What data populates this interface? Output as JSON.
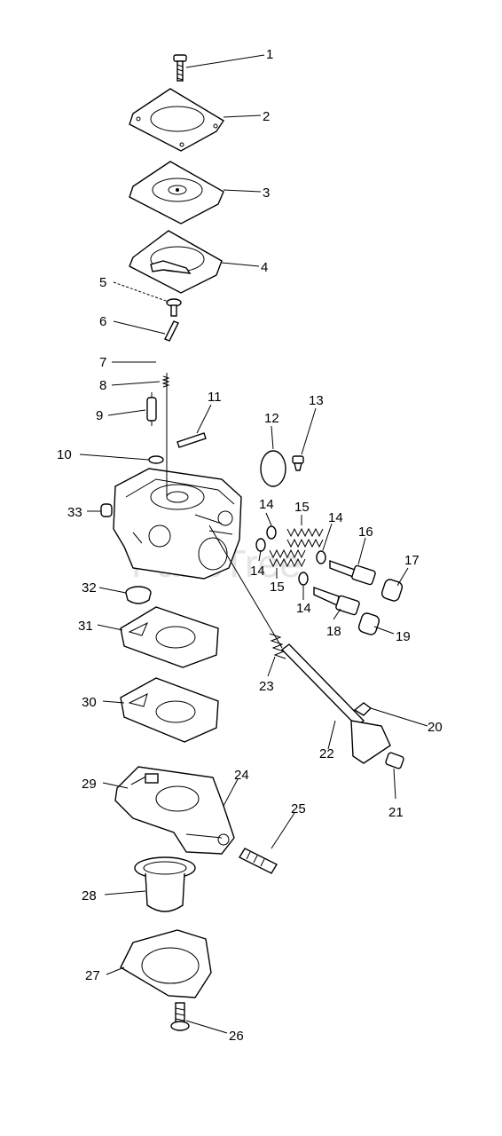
{
  "watermark": "PartsTree",
  "callouts": {
    "c1": "1",
    "c2": "2",
    "c3": "3",
    "c4": "4",
    "c5": "5",
    "c6": "6",
    "c7": "7",
    "c8": "8",
    "c9": "9",
    "c10": "10",
    "c11": "11",
    "c12": "12",
    "c13": "13",
    "c14a": "14",
    "c14b": "14",
    "c14c": "14",
    "c14d": "14",
    "c15a": "15",
    "c15b": "15",
    "c16": "16",
    "c17": "17",
    "c18": "18",
    "c19": "19",
    "c20": "20",
    "c21": "21",
    "c22": "22",
    "c23": "23",
    "c24": "24",
    "c25": "25",
    "c26": "26",
    "c27": "27",
    "c28": "28",
    "c29": "29",
    "c30": "30",
    "c31": "31",
    "c32": "32",
    "c33": "33"
  }
}
